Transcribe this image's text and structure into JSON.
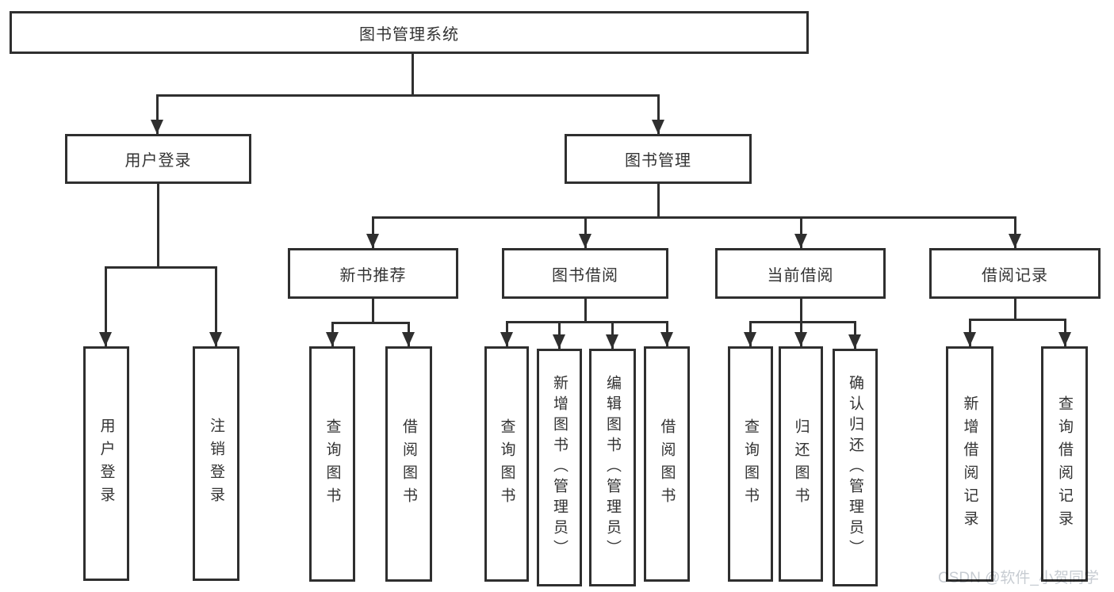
{
  "tree": {
    "label": "图书管理系统",
    "children": [
      {
        "label": "用户登录",
        "children": [
          {
            "label": "用户登录"
          },
          {
            "label": "注销登录"
          }
        ]
      },
      {
        "label": "图书管理",
        "children": [
          {
            "label": "新书推荐",
            "children": [
              {
                "label": "查询图书"
              },
              {
                "label": "借阅图书"
              }
            ]
          },
          {
            "label": "图书借阅",
            "children": [
              {
                "label": "查询图书"
              },
              {
                "label": "新增图书（管理员）"
              },
              {
                "label": "编辑图书（管理员）"
              },
              {
                "label": "借阅图书"
              }
            ]
          },
          {
            "label": "当前借阅",
            "children": [
              {
                "label": "查询图书"
              },
              {
                "label": "归还图书"
              },
              {
                "label": "确认归还（管理员）"
              }
            ]
          },
          {
            "label": "借阅记录",
            "children": [
              {
                "label": "新增借阅记录"
              },
              {
                "label": "查询借阅记录"
              }
            ]
          }
        ]
      }
    ]
  },
  "watermark": {
    "text": "CSDN @软件_小贺同学"
  },
  "colors": {
    "line": "#2f2f2f",
    "text": "#333333",
    "background": "#ffffff",
    "watermark": "#c7ccd2"
  }
}
